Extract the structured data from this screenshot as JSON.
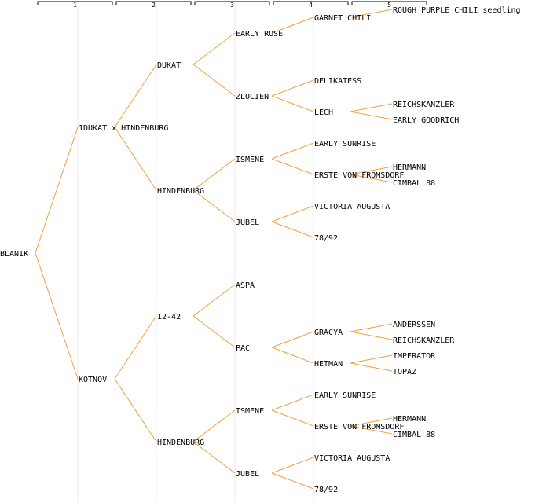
{
  "colors": {
    "edge": "#f0a040",
    "text": "#000000",
    "separator": "#ebebeb",
    "background": "#ffffff"
  },
  "generations": [
    "1",
    "2",
    "3",
    "4",
    "5"
  ],
  "tree": {
    "label": "BLANIK",
    "children": [
      {
        "label": "1DUKAT x HINDENBURG",
        "children": [
          {
            "label": "DUKAT",
            "children": [
              {
                "label": "EARLY ROSE",
                "children": [
                  {
                    "label": "GARNET CHILI",
                    "children": [
                      {
                        "label": "ROUGH PURPLE CHILI seedling"
                      }
                    ]
                  }
                ]
              },
              {
                "label": "ZLOCIEN",
                "children": [
                  {
                    "label": "DELIKATESS"
                  },
                  {
                    "label": "LECH",
                    "children": [
                      {
                        "label": "REICHSKANZLER"
                      },
                      {
                        "label": "EARLY GOODRICH"
                      }
                    ]
                  }
                ]
              }
            ]
          },
          {
            "label": "HINDENBURG",
            "children": [
              {
                "label": "ISMENE",
                "children": [
                  {
                    "label": "EARLY SUNRISE"
                  },
                  {
                    "label": "ERSTE VON FROMSDORF",
                    "children": [
                      {
                        "label": "HERMANN"
                      },
                      {
                        "label": "CIMBAL 88"
                      }
                    ]
                  }
                ]
              },
              {
                "label": "JUBEL",
                "children": [
                  {
                    "label": "VICTORIA AUGUSTA"
                  },
                  {
                    "label": "78/92"
                  }
                ]
              }
            ]
          }
        ]
      },
      {
        "label": "KOTNOV",
        "children": [
          {
            "label": "12-42",
            "children": [
              {
                "label": "ASPA"
              },
              {
                "label": "PAC",
                "children": [
                  {
                    "label": "GRACYA",
                    "children": [
                      {
                        "label": "ANDERSSEN"
                      },
                      {
                        "label": "REICHSKANZLER"
                      }
                    ]
                  },
                  {
                    "label": "HETMAN",
                    "children": [
                      {
                        "label": "IMPERATOR"
                      },
                      {
                        "label": "TOPAZ"
                      }
                    ]
                  }
                ]
              }
            ]
          },
          {
            "label": "HINDENBURG",
            "children": [
              {
                "label": "ISMENE",
                "children": [
                  {
                    "label": "EARLY SUNRISE"
                  },
                  {
                    "label": "ERSTE VON FROMSDORF",
                    "children": [
                      {
                        "label": "HERMANN"
                      },
                      {
                        "label": "CIMBAL 88"
                      }
                    ]
                  }
                ]
              },
              {
                "label": "JUBEL",
                "children": [
                  {
                    "label": "VICTORIA AUGUSTA"
                  },
                  {
                    "label": "78/92"
                  }
                ]
              }
            ]
          }
        ]
      }
    ]
  }
}
